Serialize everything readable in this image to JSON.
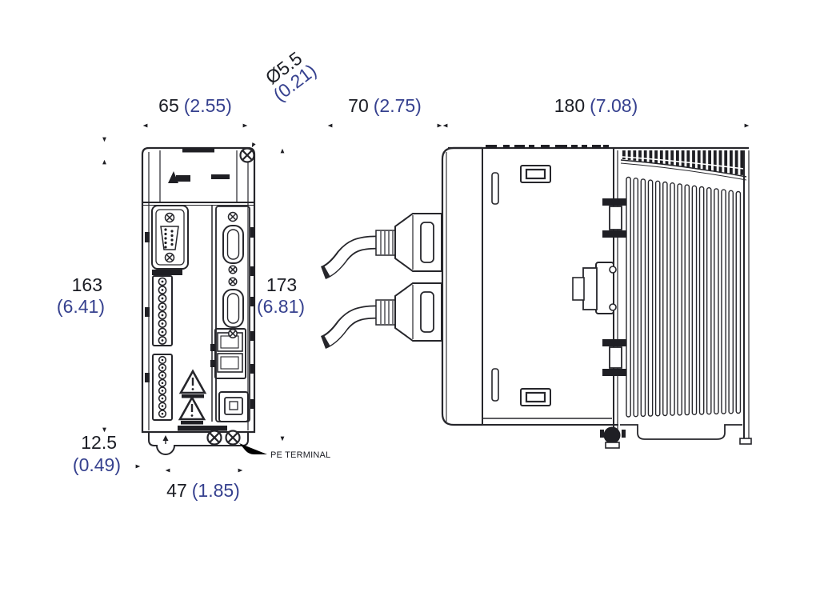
{
  "colors": {
    "line": "#26262b",
    "dark_fill": "#1f1f24",
    "text": "#1b1d24",
    "paren_text": "#36418f",
    "background": "#ffffff"
  },
  "drawing": {
    "type": "mechanical-dimension-diagram",
    "front_view": {
      "dims": {
        "width": {
          "mm": "65",
          "inch": "(2.55)"
        },
        "mount_hole": {
          "mm": "Ø5.5",
          "inch": "(0.21)"
        },
        "height_body": {
          "mm": "163",
          "inch": "(6.41)"
        },
        "height_total": {
          "mm": "173",
          "inch": "(6.81)"
        },
        "bottom_offset": {
          "mm": "12.5",
          "inch": "(0.49)"
        },
        "bottom_span": {
          "mm": "47",
          "inch": "(1.85)"
        }
      },
      "labels": {
        "pe_terminal": "PE TERMINAL"
      }
    },
    "side_view": {
      "dims": {
        "connector_clearance": {
          "mm": "70",
          "inch": "(2.75)"
        },
        "depth": {
          "mm": "180",
          "inch": "(7.08)"
        }
      }
    }
  }
}
